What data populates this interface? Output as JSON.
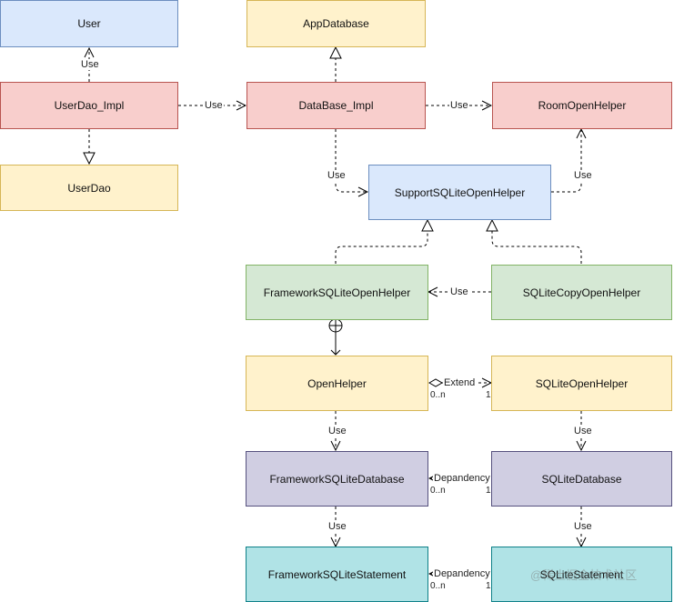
{
  "nodes": {
    "user": "User",
    "app_database": "AppDatabase",
    "user_dao_impl": "UserDao_Impl",
    "database_impl": "DataBase_Impl",
    "room_open_helper": "RoomOpenHelper",
    "user_dao": "UserDao",
    "support_sqlite_open_helper": "SupportSQLiteOpenHelper",
    "framework_sqlite_open_helper": "FrameworkSQLiteOpenHelper",
    "sqlite_copy_open_helper": "SQLiteCopyOpenHelper",
    "open_helper": "OpenHelper",
    "sqlite_open_helper": "SQLiteOpenHelper",
    "framework_sqlite_database": "FrameworkSQLiteDatabase",
    "sqlite_database": "SQLiteDatabase",
    "framework_sqlite_statement": "FrameworkSQLiteStatement",
    "sqlite_statement": "SQLiteStatement"
  },
  "edge_labels": {
    "use": "Use",
    "extend": "Extend",
    "dependency": "Depandency"
  },
  "multiplicity": {
    "many": "0..n",
    "one": "1"
  },
  "watermark": "@稀土掘金技术社区",
  "colors": {
    "blue_fill": "#dae8fc",
    "yellow_fill": "#fff2cc",
    "red_fill": "#f8cecc",
    "green_fill": "#d5e8d4",
    "purple_fill": "#d0cee2",
    "teal_fill": "#b0e3e6",
    "line": "#000000"
  }
}
